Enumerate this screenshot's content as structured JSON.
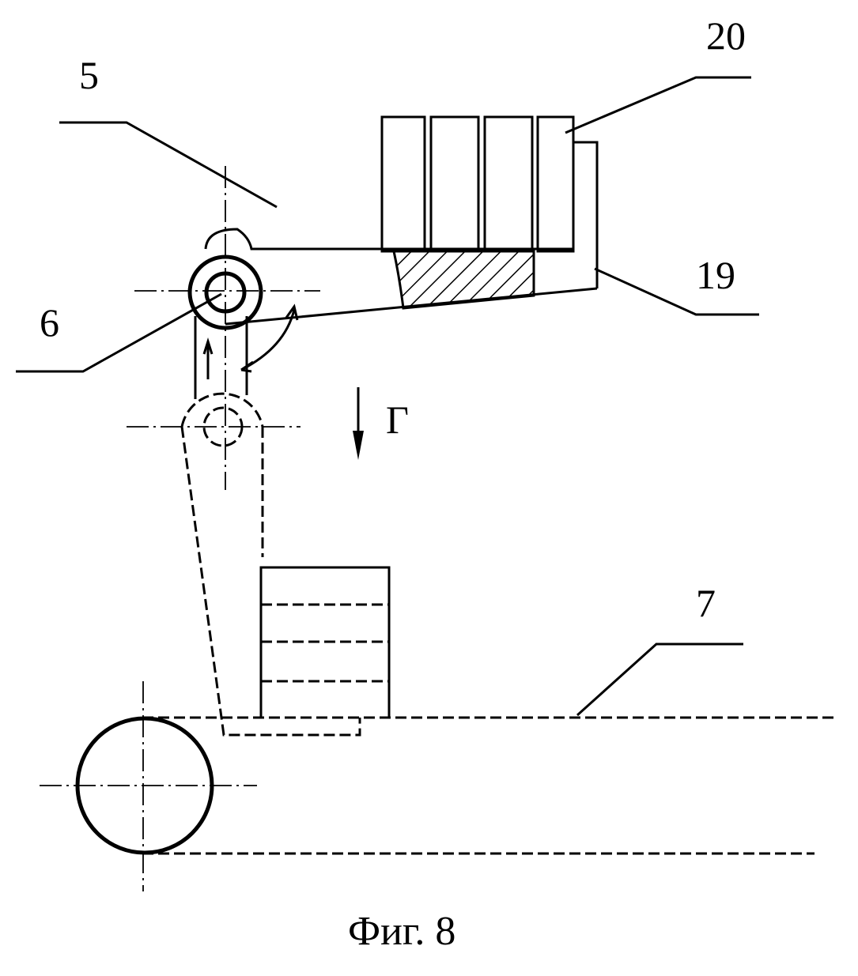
{
  "figure": {
    "caption": "Фиг. 8",
    "labels": {
      "part_5": "5",
      "part_6": "6",
      "part_7": "7",
      "part_19": "19",
      "part_20": "20",
      "view_arrow": "Г"
    }
  }
}
